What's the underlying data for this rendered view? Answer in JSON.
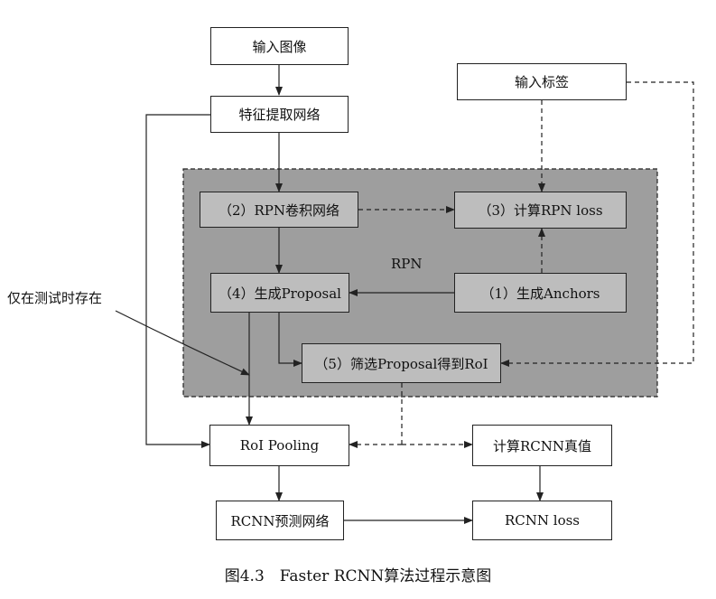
{
  "nodes": {
    "input_image": "输入图像",
    "input_label": "输入标签",
    "feature_net": "特征提取网络",
    "rpn_conv": "（2）RPN卷积网络",
    "rpn_loss": "（3）计算RPN loss",
    "gen_proposal": "（4）生成Proposal",
    "gen_anchors": "（1）生成Anchors",
    "filter_proposal": "（5）筛选Proposal得到RoI",
    "roi_pooling": "RoI Pooling",
    "rcnn_truth": "计算RCNN真值",
    "rcnn_pred": "RCNN预测网络",
    "rcnn_loss": "RCNN loss"
  },
  "labels": {
    "rpn_region": "RPN",
    "test_only": "仅在测试时存在"
  },
  "caption": "图4.3　Faster RCNN算法过程示意图",
  "colors": {
    "rpn_background": "#9e9e9e",
    "box_shaded": "#bdbdbd",
    "line": "#222222"
  }
}
